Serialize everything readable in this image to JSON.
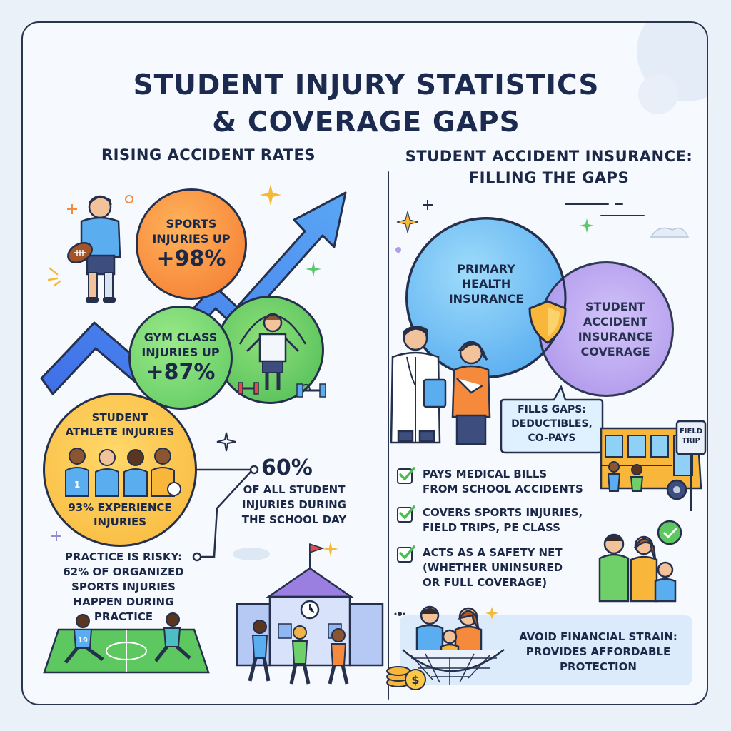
{
  "title": {
    "line1": "STUDENT INJURY STATISTICS",
    "line2": "& COVERAGE GAPS"
  },
  "left": {
    "heading": "RISING ACCIDENT RATES",
    "sports": {
      "label1": "SPORTS",
      "label2": "INJURIES UP",
      "value": "+98%"
    },
    "gym": {
      "label1": "GYM CLASS",
      "label2": "INJURIES UP",
      "value": "+87%"
    },
    "athlete": {
      "label1": "STUDENT",
      "label2": "ATHLETE INJURIES",
      "stat1": "93% EXPERIENCE",
      "stat2": "INJURIES",
      "jersey": "1"
    },
    "school_day": {
      "value": "60%",
      "line1": "OF ALL STUDENT",
      "line2": "INJURIES DURING",
      "line3": "THE SCHOOL DAY"
    },
    "practice": {
      "line1": "PRACTICE IS RISKY:",
      "line2": "62% OF ORGANIZED",
      "line3": "SPORTS INJURIES",
      "line4": "HAPPEN DURING",
      "line5": "PRACTICE",
      "jersey": "19"
    }
  },
  "right": {
    "heading1": "STUDENT ACCIDENT INSURANCE:",
    "heading2": "FILLING THE GAPS",
    "primary": {
      "line1": "PRIMARY",
      "line2": "HEALTH",
      "line3": "INSURANCE"
    },
    "student": {
      "line1": "STUDENT",
      "line2": "ACCIDENT",
      "line3": "INSURANCE",
      "line4": "COVERAGE"
    },
    "callout": {
      "line1": "FILLS GAPS:",
      "line2": "DEDUCTIBLES,",
      "line3": "CO-PAYS"
    },
    "sign": {
      "line1": "FIELD",
      "line2": "TRIP"
    },
    "checks": [
      {
        "line1": "PAYS MEDICAL BILLS",
        "line2": "FROM SCHOOL ACCIDENTS",
        "line3": ""
      },
      {
        "line1": "COVERS SPORTS INJURIES,",
        "line2": "FIELD TRIPS, PE CLASS",
        "line3": ""
      },
      {
        "line1": "ACTS AS A SAFETY NET",
        "line2": "(WHETHER UNINSURED",
        "line3": "OR FULL COVERAGE)"
      }
    ],
    "strain": {
      "line1": "AVOID FINANCIAL STRAIN:",
      "line2": "PROVIDES AFFORDABLE",
      "line3": "PROTECTION"
    },
    "coin_symbol": "$"
  },
  "colors": {
    "navy": "#1c2847",
    "orange": "#f58a3c",
    "green": "#6fd06a",
    "yellow": "#fbc94a",
    "blue": "#5aaef0",
    "purple": "#b49bf0",
    "arrow": "#3f7cf0"
  }
}
